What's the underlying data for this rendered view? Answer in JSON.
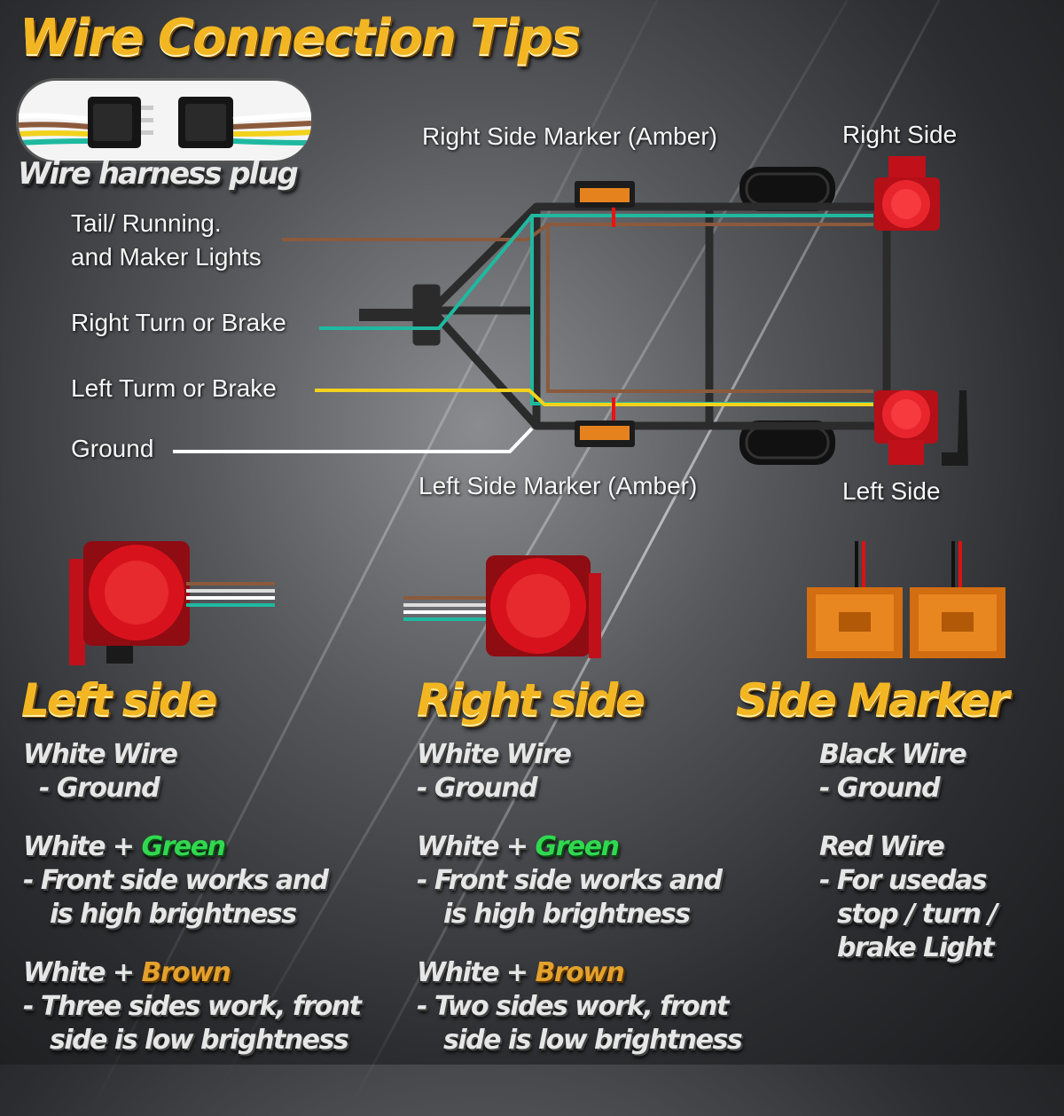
{
  "title": "Wire Connection Tips",
  "plug_caption": "Wire harness plug",
  "labels": {
    "right_side_marker": "Right Side Marker (Amber)",
    "right_side": "Right Side",
    "tail_line1": "Tail/ Running.",
    "tail_line2": "and Maker Lights",
    "right_turn": "Right Turn or Brake",
    "left_turn": "Left Turm or Brake",
    "ground": "Ground",
    "left_side_marker": "Left Side Marker (Amber)",
    "left_side": "Left Side"
  },
  "colors": {
    "accent": "#f3b623",
    "wire_brown": "#8b5a3c",
    "wire_teal": "#1fb9a0",
    "wire_yellow": "#f2d21c",
    "wire_white": "#ffffff",
    "lamp_red": "#d8121c",
    "marker_amber": "#e6821e",
    "highlight_green": "#30d850",
    "highlight_brown": "#e3a12e"
  },
  "left": {
    "heading": "Left side",
    "w1_head": "White Wire",
    "w1_desc": "- Ground",
    "w2_a": "White + ",
    "w2_b": "Green",
    "w2_l1": "- Front side works and",
    "w2_l2": "is high brightness",
    "w3_a": "White + ",
    "w3_b": "Brown",
    "w3_l1": "- Three sides work, front",
    "w3_l2": "side is low brightness"
  },
  "right": {
    "heading": "Right side",
    "w1_head": "White Wire",
    "w1_desc": "- Ground",
    "w2_a": "White + ",
    "w2_b": "Green",
    "w2_l1": "- Front side works and",
    "w2_l2": "is high brightness",
    "w3_a": "White + ",
    "w3_b": "Brown",
    "w3_l1": "- Two  sides work, front",
    "w3_l2": "side is low brightness"
  },
  "marker": {
    "heading": "Side Marker",
    "w1_head": "Black Wire",
    "w1_desc": "- Ground",
    "w2_head": "Red Wire",
    "w2_l1": "- For usedas",
    "w2_l2": "stop / turn /",
    "w2_l3": "brake Light"
  }
}
